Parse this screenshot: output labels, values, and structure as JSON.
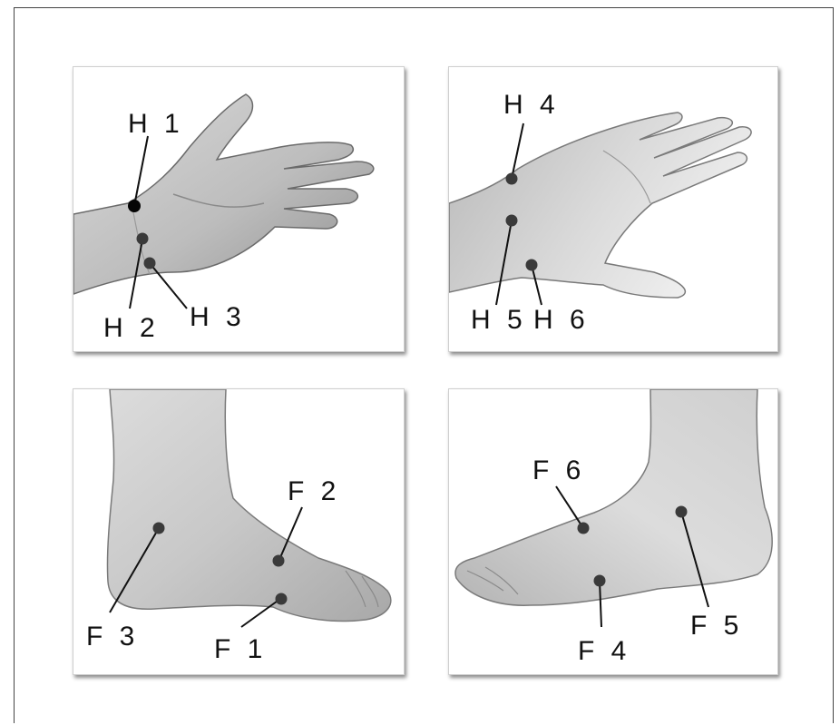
{
  "panels": {
    "palm": {
      "points": [
        {
          "label": "H 1",
          "fill": "#050505"
        },
        {
          "label": "H 2",
          "fill": "#3a3a3a"
        },
        {
          "label": "H 3",
          "fill": "#3a3a3a"
        }
      ]
    },
    "back_of_hand": {
      "points": [
        {
          "label": "H 4",
          "fill": "#3a3a3a"
        },
        {
          "label": "H 5",
          "fill": "#3a3a3a"
        },
        {
          "label": "H 6",
          "fill": "#3a3a3a"
        }
      ]
    },
    "outer_foot": {
      "points": [
        {
          "label": "F 1",
          "fill": "#3a3a3a"
        },
        {
          "label": "F 2",
          "fill": "#3a3a3a"
        },
        {
          "label": "F 3",
          "fill": "#3a3a3a"
        }
      ]
    },
    "inner_foot": {
      "points": [
        {
          "label": "F 4",
          "fill": "#3a3a3a"
        },
        {
          "label": "F 5",
          "fill": "#3a3a3a"
        },
        {
          "label": "F 6",
          "fill": "#3a3a3a"
        }
      ]
    }
  },
  "colors": {
    "skin_light": "#e6e6e6",
    "skin_mid": "#bdbdbd",
    "skin_dark": "#8a8a8a",
    "leader_line": "#111111"
  }
}
